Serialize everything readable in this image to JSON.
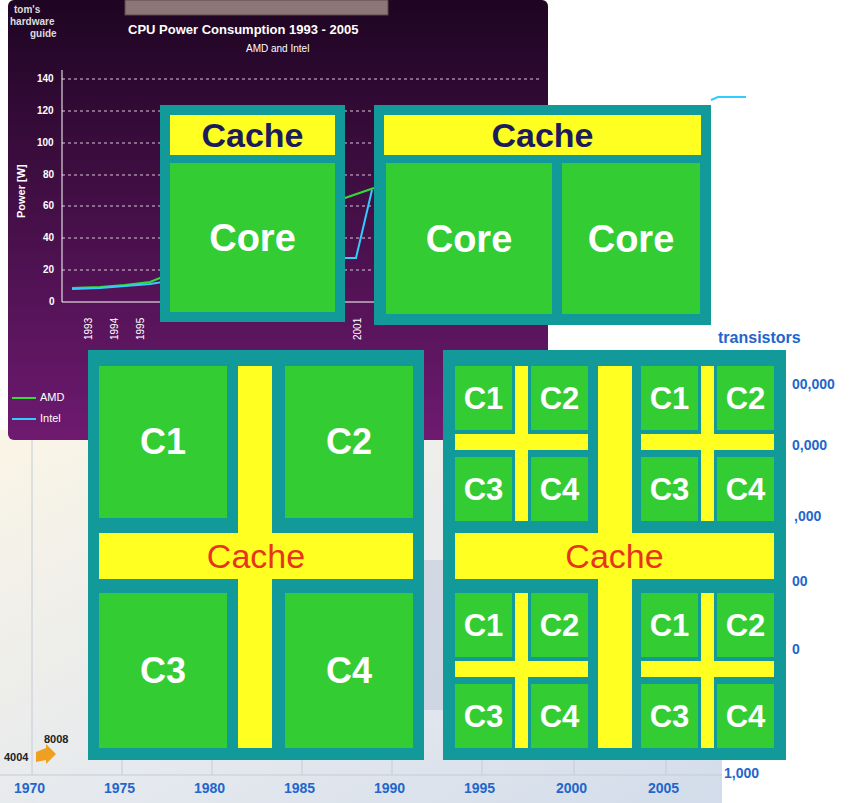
{
  "diagram": {
    "nodes": [
      {
        "text": []
      },
      {
        "text": [
          "Cache"
        ],
        "in": 0
      },
      {
        "text": [
          "Core"
        ],
        "in": 0
      },
      {
        "text": []
      },
      {
        "text": [
          "Cache"
        ],
        "in": 3
      },
      {
        "text": [
          "Core"
        ],
        "in": 3
      },
      {
        "text": [
          "Core"
        ],
        "in": 3
      },
      {
        "text": []
      },
      {
        "text": [
          "C1"
        ],
        "in": 7
      },
      {
        "text": [
          "C2"
        ],
        "in": 7
      },
      {
        "text": [
          "Cache"
        ],
        "in": 7
      },
      {
        "text": [
          "C3"
        ],
        "in": 7
      },
      {
        "text": [
          "C4"
        ],
        "in": 7
      },
      {
        "text": []
      },
      {
        "text": [
          "C1"
        ],
        "in": 13
      },
      {
        "text": [
          "C2"
        ],
        "in": 13
      },
      {
        "text": [
          "C1"
        ],
        "in": 13
      },
      {
        "text": [
          "C2"
        ],
        "in": 13
      },
      {
        "text": [
          "C3"
        ],
        "in": 13
      },
      {
        "text": [
          "C4"
        ],
        "in": 13
      },
      {
        "text": [
          "C3"
        ],
        "in": 13
      },
      {
        "text": [
          "C4"
        ],
        "in": 13
      },
      {
        "text": [
          "Cache"
        ],
        "in": 13
      },
      {
        "text": [
          "C1"
        ],
        "in": 13
      },
      {
        "text": [
          "C2"
        ],
        "in": 13
      },
      {
        "text": [
          "C1"
        ],
        "in": 13
      },
      {
        "text": [
          "C2"
        ],
        "in": 13
      },
      {
        "text": [
          "C3"
        ],
        "in": 13
      },
      {
        "text": [
          "C4"
        ],
        "in": 13
      },
      {
        "text": [
          "C3"
        ],
        "in": 13
      },
      {
        "text": [
          "C4"
        ],
        "in": 13
      }
    ],
    "labels": [
      "tom's",
      "hardware",
      "guide",
      "CPU Power Consumption 1993 - 2005",
      "AMD and Intel",
      "140",
      "120",
      "100",
      "80",
      "60",
      "40",
      "20",
      "0",
      "Power [W]",
      "1993",
      "1994",
      "1995",
      "2001",
      "transistors",
      "00,000",
      "0,000",
      ",000",
      "00",
      "0",
      "1,000",
      "1970",
      "1975",
      "1980",
      "1985",
      "1990",
      "1995",
      "2000",
      "2005",
      "4004",
      "8008"
    ],
    "legend": [
      {
        "text": "AMD"
      },
      {
        "text": "Intel"
      }
    ]
  }
}
